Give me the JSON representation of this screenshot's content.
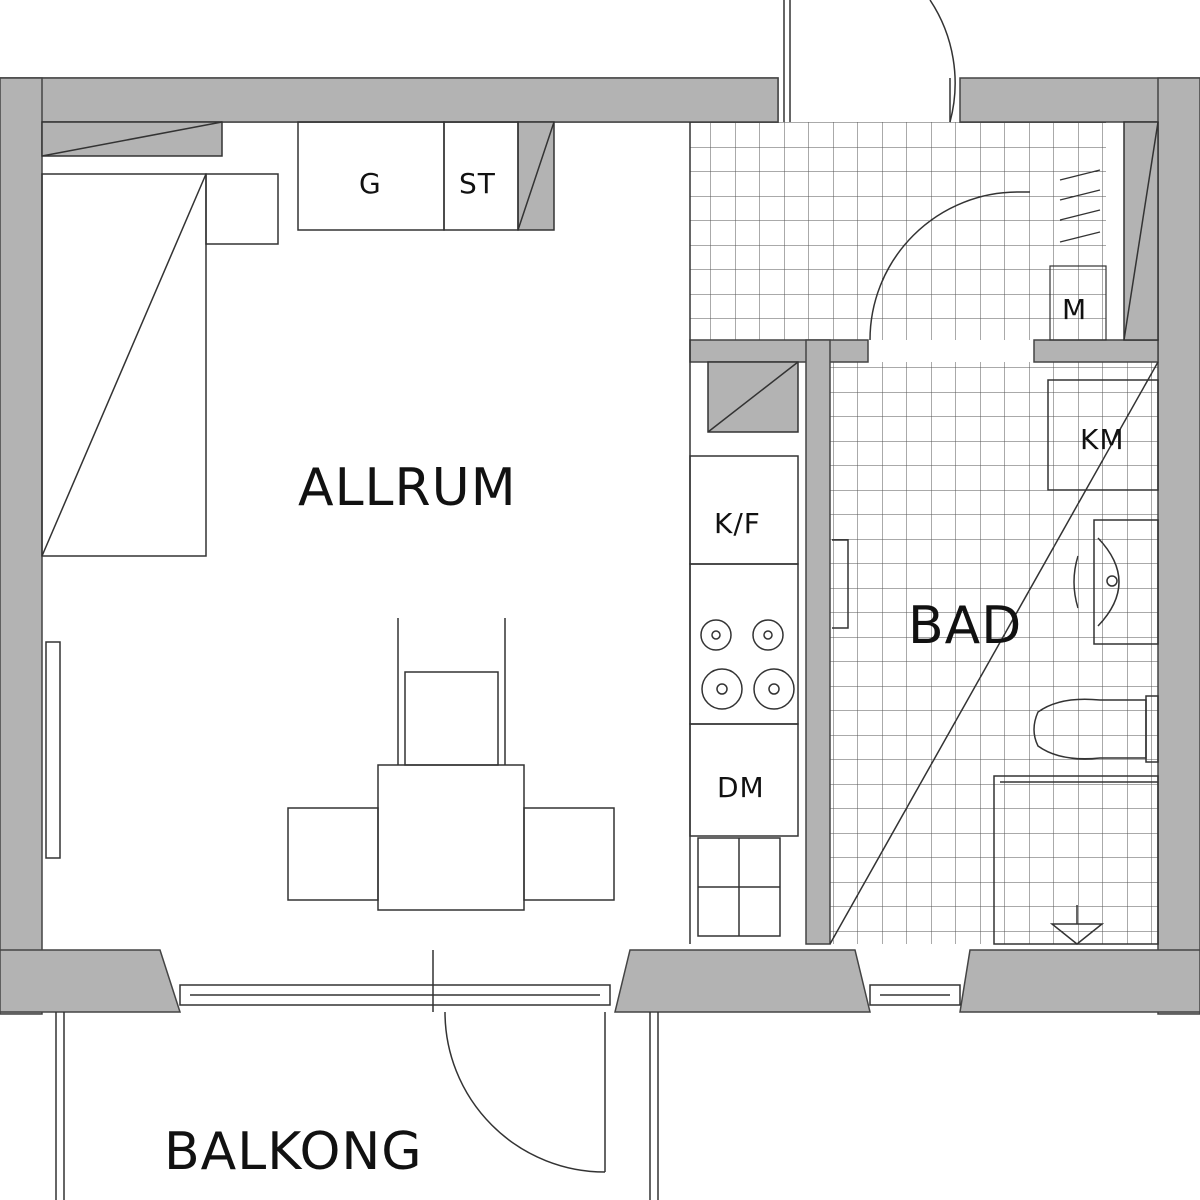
{
  "rooms": {
    "living": "ALLRUM",
    "bath": "BAD",
    "balcony": "BALKONG"
  },
  "fixtures": {
    "stove_g": "G",
    "st": "ST",
    "m": "M",
    "km": "KM",
    "kf": "K/F",
    "dm": "DM"
  },
  "colors": {
    "wall": "#b3b3b3",
    "line": "#333333",
    "background": "#ffffff"
  }
}
